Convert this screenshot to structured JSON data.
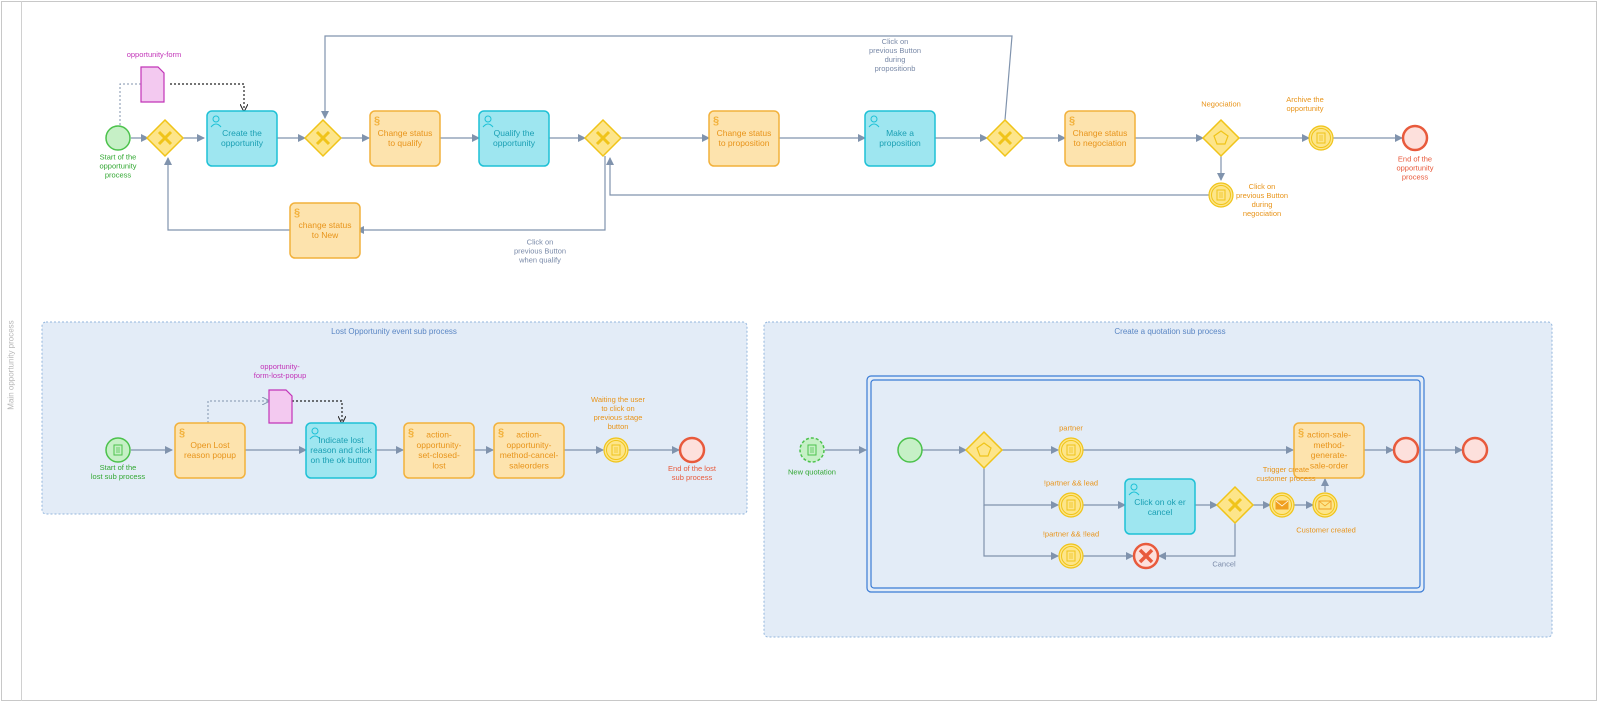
{
  "pool": {
    "label": "Main opportunity process"
  },
  "colors": {
    "task": "#fde3ad",
    "task_stroke": "#f2b13b",
    "task_text": "#e8941a",
    "user_task": "#9ee6f0",
    "user_task_stroke": "#1ec1d6",
    "user_task_text": "#1a9fb3",
    "gateway": "#fde58a",
    "gateway_stroke": "#f0c419",
    "start": "#c6f0c6",
    "start_stroke": "#4cc24c",
    "end": "#fde0dc",
    "end_stroke": "#e85a3c",
    "data": "#f3c9f0",
    "data_stroke": "#c234b8",
    "flow": "#8093ad",
    "subprocess_fill": "#e3ecf7",
    "subprocess_stroke": "#93b6dd"
  },
  "main": {
    "data_object": "opportunity-form",
    "start": "Start of the opportunity process",
    "create": "Create the opportunity",
    "change_qualify": "Change status to qualify",
    "qualify": "Qualify the opportunity",
    "change_proposition": "Change status to proposition",
    "make_proposition": "Make a proposition",
    "change_negociation": "Change status to negociation",
    "change_new": "change status to New",
    "click_qualify": "Click on previous Button when qualify",
    "click_proposition": "Click on previous Button during propositionb",
    "negociation": "Negociation",
    "archive": "Archive the opportunity",
    "click_negociation": "Click on previous Button during negociation",
    "end": "End of the opportunity process"
  },
  "lost": {
    "title": "Lost Opportunity  event sub process",
    "start": "Start of the lost sub process",
    "open_popup": "Open Lost reason popup",
    "data_object": "opportunity-form-lost-popup",
    "indicate": "Indicate lost reason and click on the ok button",
    "set_closed": "action-opportunity-set-closed-lost",
    "cancel_orders": "action-opportunity-method-cancel-saleorders",
    "waiting": "Waiting the user to click on previous stage button",
    "end": "End of the lost sub process"
  },
  "quotation": {
    "title": "Create a quotation sub process",
    "new": "New quotation",
    "partner": "partner",
    "not_partner_lead": "!partner && lead",
    "not_partner_not_lead": "!partner && !lead",
    "click_ok": "Click on ok er cancel",
    "trigger": "Trigger create customer process",
    "customer_created": "Customer created",
    "generate_order": "action-sale-method-generate-sale-order",
    "cancel": "Cancel"
  }
}
